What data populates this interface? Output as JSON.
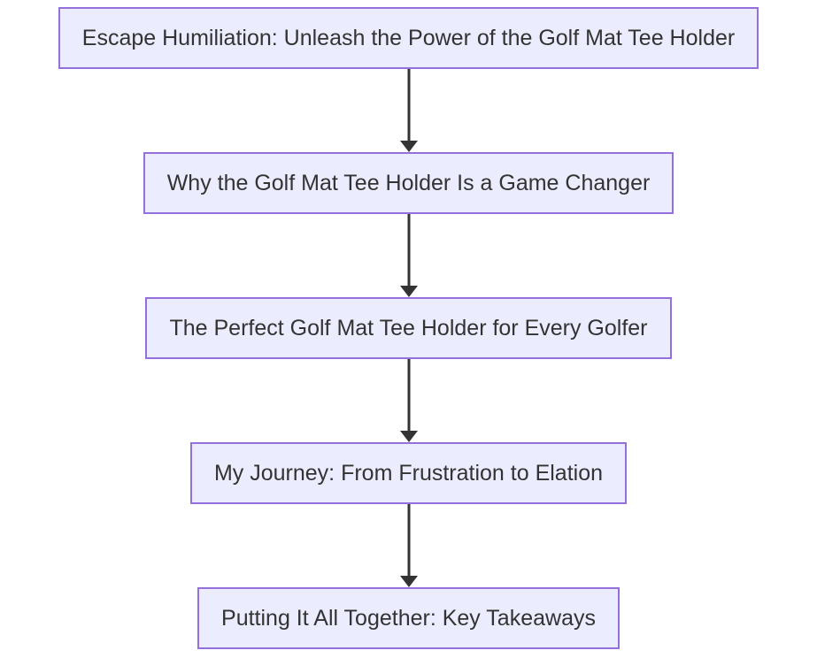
{
  "diagram": {
    "type": "flowchart",
    "direction": "top-to-bottom",
    "colors": {
      "node_fill": "#ECECFF",
      "node_border": "#9370DB",
      "node_text": "#333333",
      "arrow": "#333333",
      "background": "#FFFFFF"
    },
    "nodes": [
      {
        "id": "title",
        "label": "Escape Humiliation: Unleash the Power of the Golf Mat Tee Holder"
      },
      {
        "id": "why",
        "label": "Why the Golf Mat Tee Holder Is a Game Changer"
      },
      {
        "id": "perfect",
        "label": "The Perfect Golf Mat Tee Holder for Every Golfer"
      },
      {
        "id": "journey",
        "label": "My Journey: From Frustration to Elation"
      },
      {
        "id": "takeaways",
        "label": "Putting It All Together: Key Takeaways"
      }
    ],
    "edges": [
      {
        "from": "title",
        "to": "why",
        "style": "arrow-down"
      },
      {
        "from": "why",
        "to": "perfect",
        "style": "arrow-down"
      },
      {
        "from": "perfect",
        "to": "journey",
        "style": "arrow-down"
      },
      {
        "from": "journey",
        "to": "takeaways",
        "style": "arrow-down"
      }
    ]
  }
}
